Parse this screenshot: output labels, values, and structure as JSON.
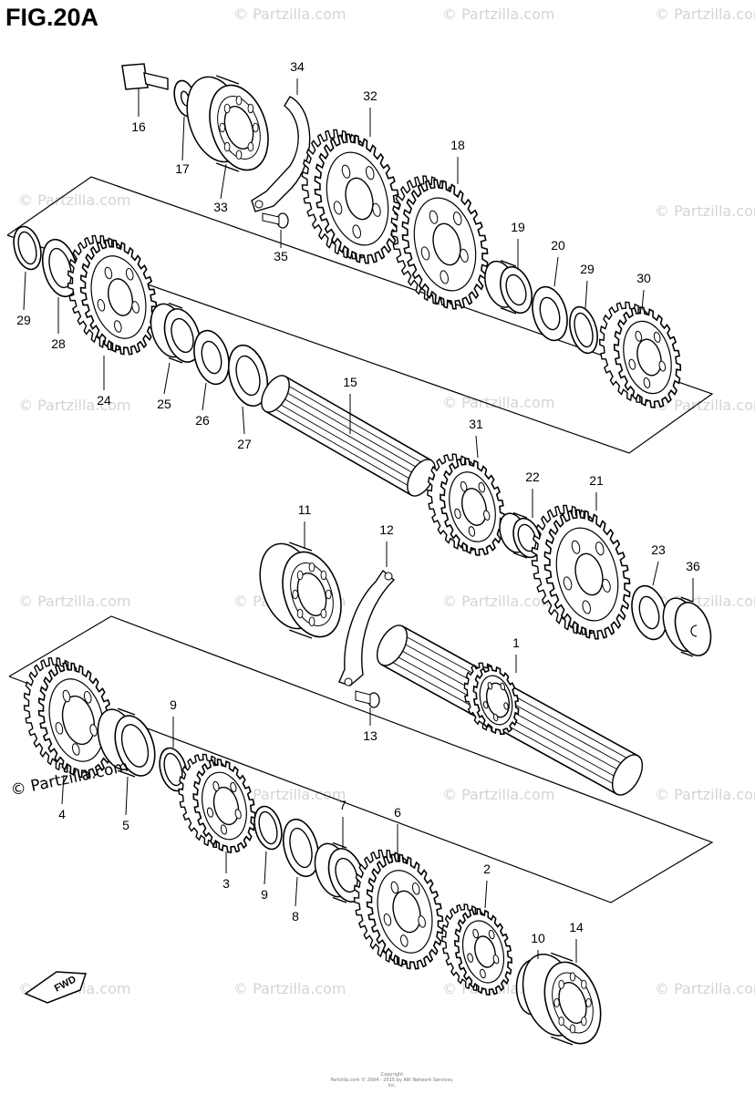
{
  "figure": {
    "title": "FIG.20A",
    "watermark": "© Partzilla.com",
    "corner_logo": "© Partzilla.com",
    "fwd_label": "FWD",
    "fine_print_1": "Copyright",
    "fine_print_2": "Partzilla.com © 2004 - 2015 by ARI Network Services, Inc."
  },
  "parts": [
    {
      "id": "16",
      "name": "bolt"
    },
    {
      "id": "17",
      "name": "washer"
    },
    {
      "id": "33",
      "name": "bearing"
    },
    {
      "id": "34",
      "name": "retainer"
    },
    {
      "id": "35",
      "name": "screw"
    },
    {
      "id": "32",
      "name": "gear"
    },
    {
      "id": "18",
      "name": "gear"
    },
    {
      "id": "19",
      "name": "bushing"
    },
    {
      "id": "20",
      "name": "washer"
    },
    {
      "id": "29",
      "name": "circlip"
    },
    {
      "id": "30",
      "name": "gear"
    },
    {
      "id": "28",
      "name": "washer"
    },
    {
      "id": "24",
      "name": "gear"
    },
    {
      "id": "25",
      "name": "bushing"
    },
    {
      "id": "26",
      "name": "washer"
    },
    {
      "id": "27",
      "name": "washer"
    },
    {
      "id": "15",
      "name": "countershaft"
    },
    {
      "id": "31",
      "name": "gear"
    },
    {
      "id": "22",
      "name": "bushing"
    },
    {
      "id": "21",
      "name": "gear"
    },
    {
      "id": "23",
      "name": "washer"
    },
    {
      "id": "36",
      "name": "cap"
    },
    {
      "id": "11",
      "name": "bearing"
    },
    {
      "id": "12",
      "name": "retainer"
    },
    {
      "id": "13",
      "name": "screw"
    },
    {
      "id": "1",
      "name": "driveshaft"
    },
    {
      "id": "4",
      "name": "gear"
    },
    {
      "id": "5",
      "name": "bushing"
    },
    {
      "id": "9",
      "name": "circlip"
    },
    {
      "id": "3",
      "name": "gear"
    },
    {
      "id": "8",
      "name": "washer"
    },
    {
      "id": "7",
      "name": "bushing"
    },
    {
      "id": "6",
      "name": "gear"
    },
    {
      "id": "2",
      "name": "gear"
    },
    {
      "id": "10",
      "name": "circlip"
    },
    {
      "id": "14",
      "name": "bearing"
    }
  ]
}
